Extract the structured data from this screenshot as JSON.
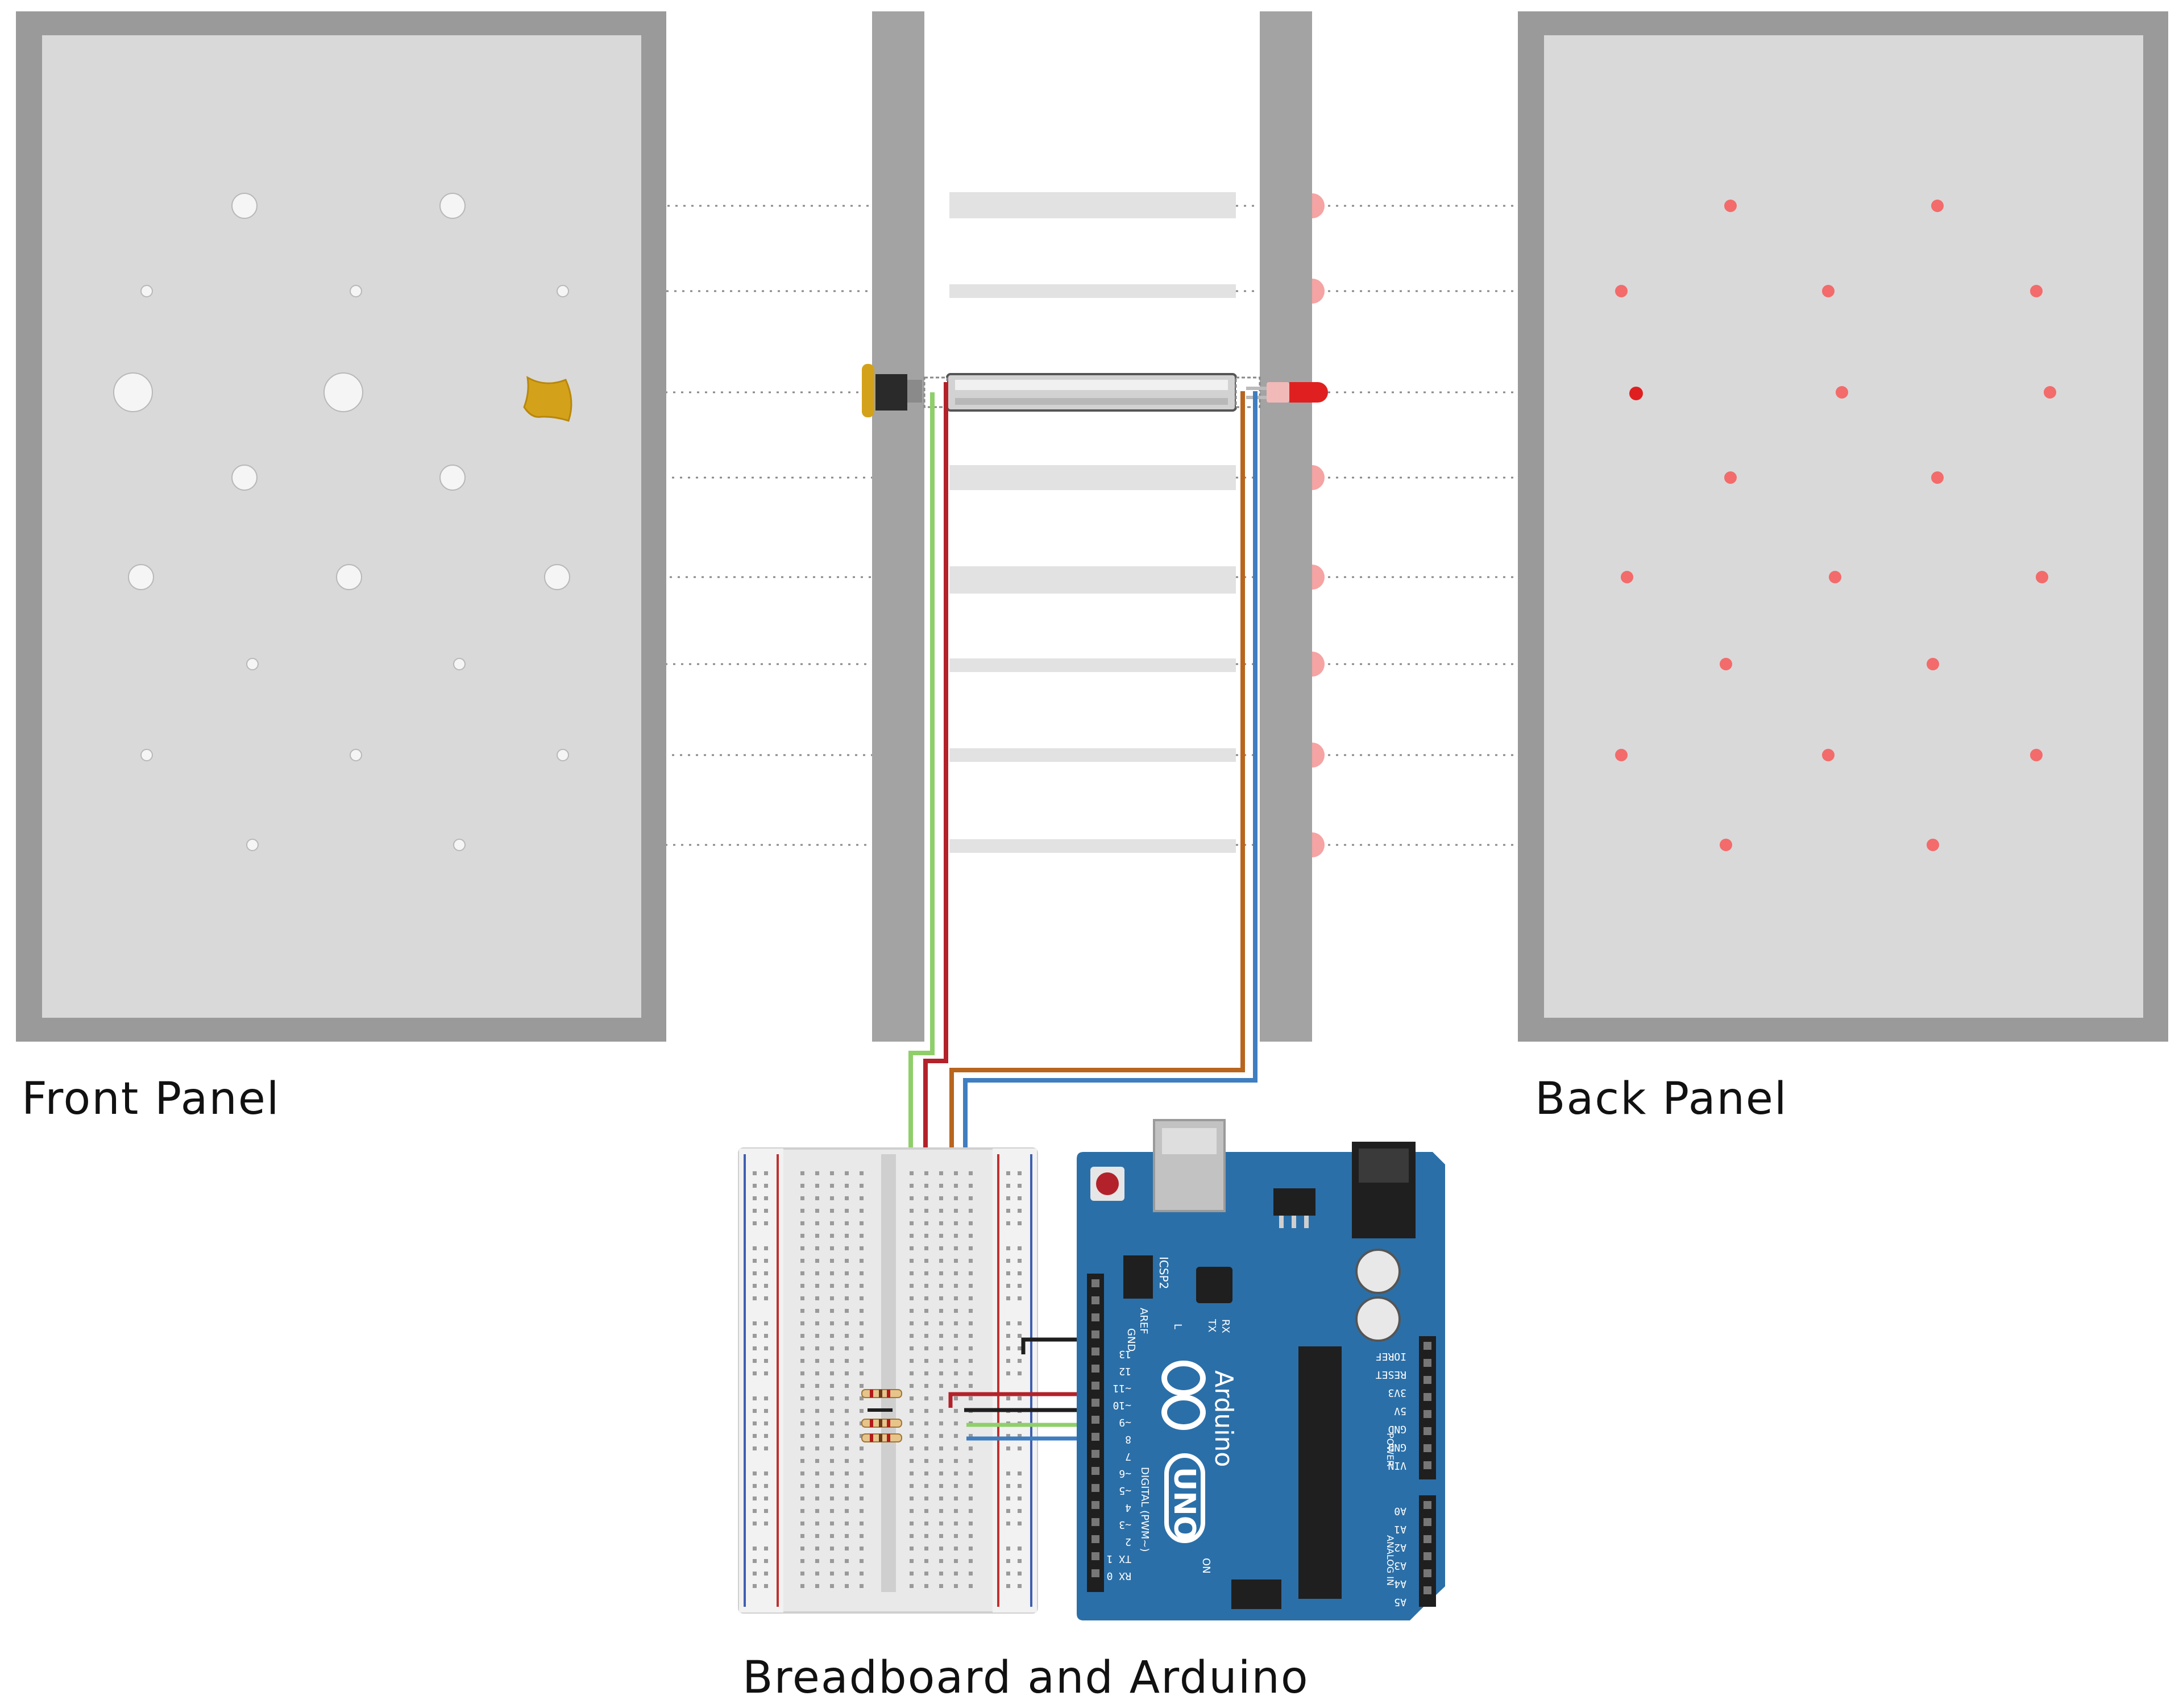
{
  "labels": {
    "front_panel": "Front Panel",
    "back_panel": "Back Panel",
    "breadboard_arduino": "Breadboard and Arduino"
  },
  "arduino": {
    "brand": "Arduino",
    "model": "UNO",
    "icsp": "ICSP2",
    "aref": "AREF",
    "gnd": "GND",
    "tx": "TX",
    "rx": "RX",
    "l": "L",
    "on": "ON",
    "digital": "DIGITAL (PWM~)",
    "power": "POWER",
    "analog_in": "ANALOG IN",
    "power_pins": [
      "IOREF",
      "RESET",
      "3V3",
      "5V",
      "GND",
      "GND",
      "VIN"
    ],
    "analog_pins": [
      "A0",
      "A1",
      "A2",
      "A3",
      "A4",
      "A5"
    ],
    "digital_pins": [
      "13",
      "12",
      "~11",
      "~10",
      "~9",
      "8",
      "7",
      "~6",
      "~5",
      "4",
      "~3",
      "2",
      "TX 1",
      "RX 0"
    ]
  },
  "colors": {
    "panel_frame": "#9a9a9a",
    "panel_face": "#d9d9d9",
    "hole": "#f5f5f5",
    "led_dot": "#f36b6b",
    "led_lit": "#e02020",
    "wire_green": "#8fcf6a",
    "wire_red": "#b3222a",
    "wire_orange": "#b8651e",
    "wire_blue": "#3f7ec0",
    "wire_black": "#1e1e1e",
    "knob": "#d4a21a",
    "board_blue": "#2b6fa8"
  },
  "icons": [
    "knob-icon",
    "led-icon",
    "resistor-icon",
    "usb-port-icon",
    "power-jack-icon",
    "reset-button-icon"
  ]
}
